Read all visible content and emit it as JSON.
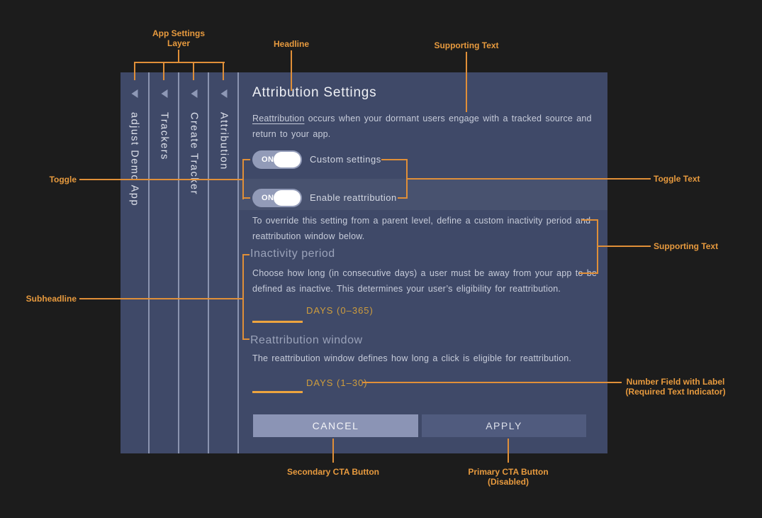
{
  "colors": {
    "page_background": "#1c1c1c",
    "panel_background": "#3f4968",
    "accent_orange": "#e79a3e",
    "field_orange": "#eda43f",
    "toggle_track": "#929bb8",
    "cancel_button": "#8b94b5",
    "apply_button": "#505b7e"
  },
  "panel": {
    "tabs": [
      {
        "label": "adjust Demo App",
        "icon": "back-arrow"
      },
      {
        "label": "Trackers",
        "icon": "back-arrow"
      },
      {
        "label": "Create Tracker",
        "icon": "back-arrow"
      },
      {
        "label": "Attribution",
        "icon": "back-arrow"
      }
    ],
    "headline": "Attribution Settings",
    "intro": {
      "link": "Reattribution",
      "line1_rest": " occurs when your dormant users engage with a tracked source and",
      "line2": "return to your app."
    },
    "toggles": [
      {
        "state": "ON",
        "label": "Custom settings"
      },
      {
        "state": "ON",
        "label": "Enable reattribution"
      }
    ],
    "override_text": {
      "line1": "To override this setting from a parent level, define a custom inactivity period and",
      "line2": "reattribution window below."
    },
    "inactivity": {
      "title": "Inactivity period",
      "desc_line1": "Choose how long (in consecutive days) a user must be away from your app to be",
      "desc_line2": "defined as inactive. This determines your user’s eligibility for reattribution.",
      "field_value": "",
      "field_label": "DAYS (0–365)"
    },
    "reattribution": {
      "title": "Reattribution window",
      "desc": "The reattribution window defines how long a click is eligible for reattribution.",
      "field_value": "",
      "field_label": "DAYS (1–30)"
    },
    "buttons": {
      "cancel": "CANCEL",
      "apply": "APPLY",
      "apply_state": "disabled"
    }
  },
  "annotations": {
    "app_settings_layer_line1": "App Settings",
    "app_settings_layer_line2": "Layer",
    "headline": "Headline",
    "supporting_text_top": "Supporting Text",
    "toggle": "Toggle",
    "toggle_text": "Toggle Text",
    "supporting_text_right": "Supporting Text",
    "subheadline": "Subheadline",
    "number_field_line1": "Number Field with Label",
    "number_field_line2": "(Required Text Indicator)",
    "secondary_cta": "Secondary CTA Button",
    "primary_cta_line1": "Primary CTA Button",
    "primary_cta_line2": "(Disabled)"
  }
}
